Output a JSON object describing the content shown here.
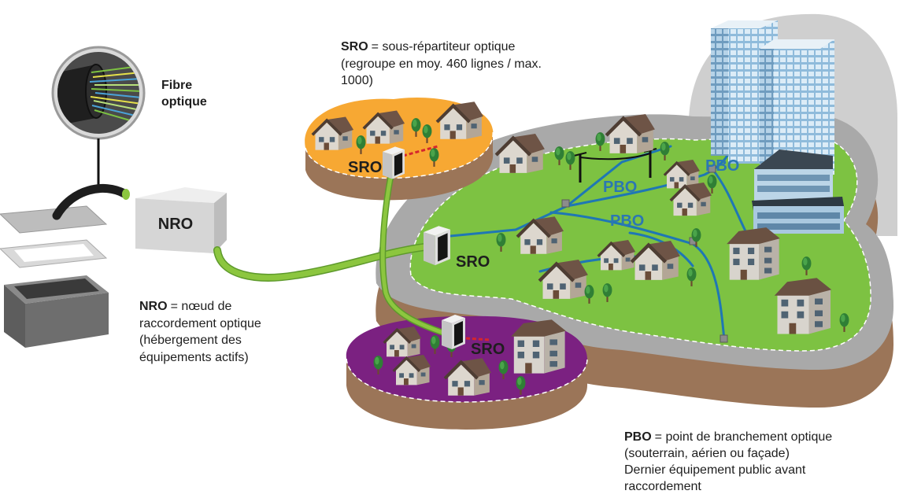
{
  "fiber": {
    "line1": "Fibre",
    "line2": "optique"
  },
  "nro_box": {
    "label": "NRO"
  },
  "sro_legend": {
    "key": "SRO",
    "line1": "= sous-répartiteur optique",
    "line2": "(regroupe en moy. 460 lignes / max.",
    "line3": "1000)"
  },
  "nro_legend": {
    "key": "NRO",
    "line1": "= nœud de",
    "line2": "raccordement optique",
    "line3": "(hébergement des",
    "line4": "équipements actifs)"
  },
  "pbo_legend": {
    "key": "PBO",
    "line1": "= point de branchement optique",
    "line2": "(souterrain, aérien ou façade)",
    "line3": "Dernier équipement public avant",
    "line4": "raccordement"
  },
  "diagram": {
    "sro_labels": [
      "SRO",
      "SRO",
      "SRO"
    ],
    "pbo_labels": [
      "PBO",
      "PBO",
      "PBO"
    ]
  },
  "colors": {
    "fiber_green": "#8cc63f",
    "cable_blue": "#1f77b4",
    "pbo_text": "#2b77b3",
    "orange_zone": "#f7a833",
    "purple_zone": "#7b2181",
    "green_zone": "#7dc242",
    "earth": "#9b7558"
  }
}
